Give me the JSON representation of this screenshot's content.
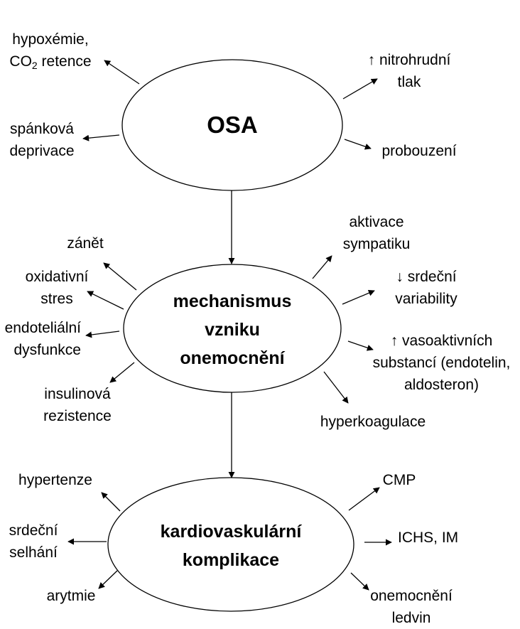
{
  "nodes": {
    "osa": {
      "label": "OSA"
    },
    "mechanism": {
      "line1": "mechanismus",
      "line2": "vzniku",
      "line3": "onemocnění"
    },
    "complications": {
      "line1": "kardiovaskulární",
      "line2": "komplikace"
    }
  },
  "osa_effects": {
    "hypoxemia": {
      "line1": "hypoxémie,",
      "line2_prefix": "CO",
      "line2_sub": "2",
      "line2_suffix": " retence"
    },
    "sleep_deprivation": {
      "line1": "spánková",
      "line2": "deprivace"
    },
    "intrathoracic_pressure": {
      "line1": "↑ nitrohrudní",
      "line2": "tlak"
    },
    "arousal": {
      "label": "probouzení"
    }
  },
  "mechanisms": {
    "inflammation": {
      "label": "zánět"
    },
    "oxidative_stress": {
      "line1": "oxidativní",
      "line2": "stres"
    },
    "endothelial_dysfunction": {
      "line1": "endoteliální",
      "line2": "dysfunkce"
    },
    "insulin_resistence": {
      "line1": "insulinová",
      "line2": "rezistence"
    },
    "sympathetic_activation": {
      "line1": "aktivace",
      "line2": "sympatiku"
    },
    "heart_rate_variability": {
      "line1": "↓ srdeční",
      "line2": "variability"
    },
    "vasoactive_substances": {
      "line1": "↑ vasoaktivních",
      "line2": "substancí (endotelin,",
      "line3": "aldosteron)"
    },
    "hypercoagulation": {
      "label": "hyperkoagulace"
    }
  },
  "complications": {
    "hypertension": {
      "label": "hypertenze"
    },
    "heart_failure": {
      "line1": "srdeční",
      "line2": "selhání"
    },
    "arrhythmia": {
      "label": "arytmie"
    },
    "stroke": {
      "label": "CMP"
    },
    "ichs": {
      "label": "ICHS, IM"
    },
    "kidney_disease": {
      "line1": "onemocnění",
      "line2": "ledvin"
    }
  }
}
